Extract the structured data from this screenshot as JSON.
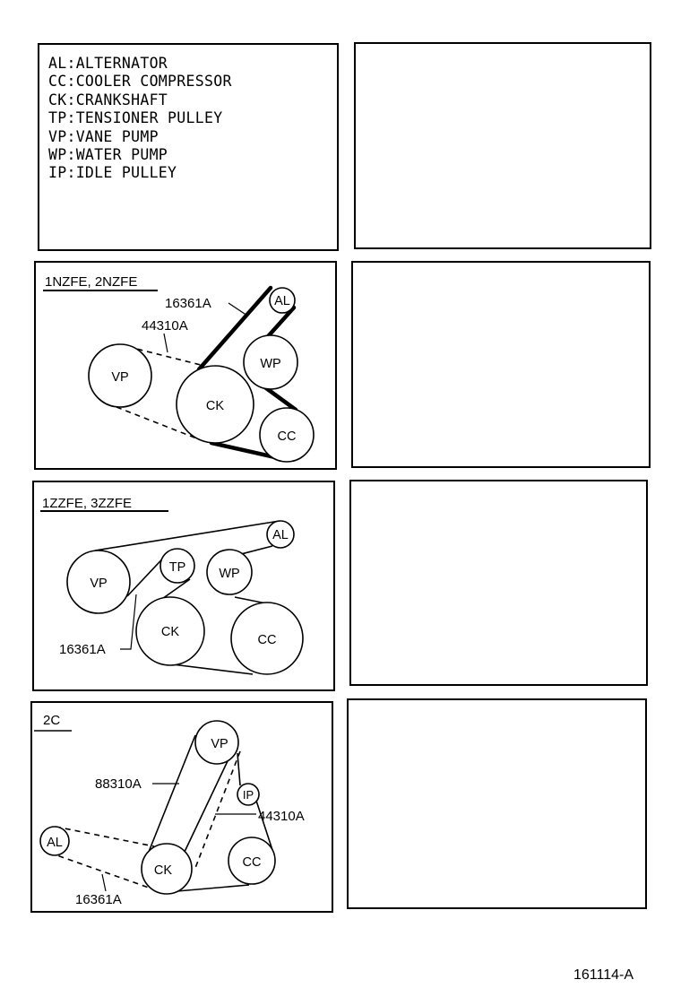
{
  "legend": [
    "AL:ALTERNATOR",
    "CC:COOLER COMPRESSOR",
    "CK:CRANKSHAFT",
    "TP:TENSIONER PULLEY",
    "VP:VANE PUMP",
    "WP:WATER PUMP",
    "IP:IDLE PULLEY"
  ],
  "diagrams": {
    "d1": {
      "engine": "1NZFE, 2NZFE",
      "pulleys": {
        "al": "AL",
        "wp": "WP",
        "vp": "VP",
        "ck": "CK",
        "cc": "CC"
      },
      "parts": {
        "belt_main": "16361A",
        "belt_vane": "44310A"
      }
    },
    "d2": {
      "engine": "1ZZFE, 3ZZFE",
      "pulleys": {
        "al": "AL",
        "tp": "TP",
        "wp": "WP",
        "vp": "VP",
        "ck": "CK",
        "cc": "CC"
      },
      "parts": {
        "belt_main": "16361A"
      }
    },
    "d3": {
      "engine": "2C",
      "pulleys": {
        "vp": "VP",
        "ip": "IP",
        "al": "AL",
        "ck": "CK",
        "cc": "CC"
      },
      "parts": {
        "belt_vane": "88310A",
        "belt_cc": "44310A",
        "belt_al": "16361A"
      }
    }
  },
  "figure_id": "161114-A"
}
